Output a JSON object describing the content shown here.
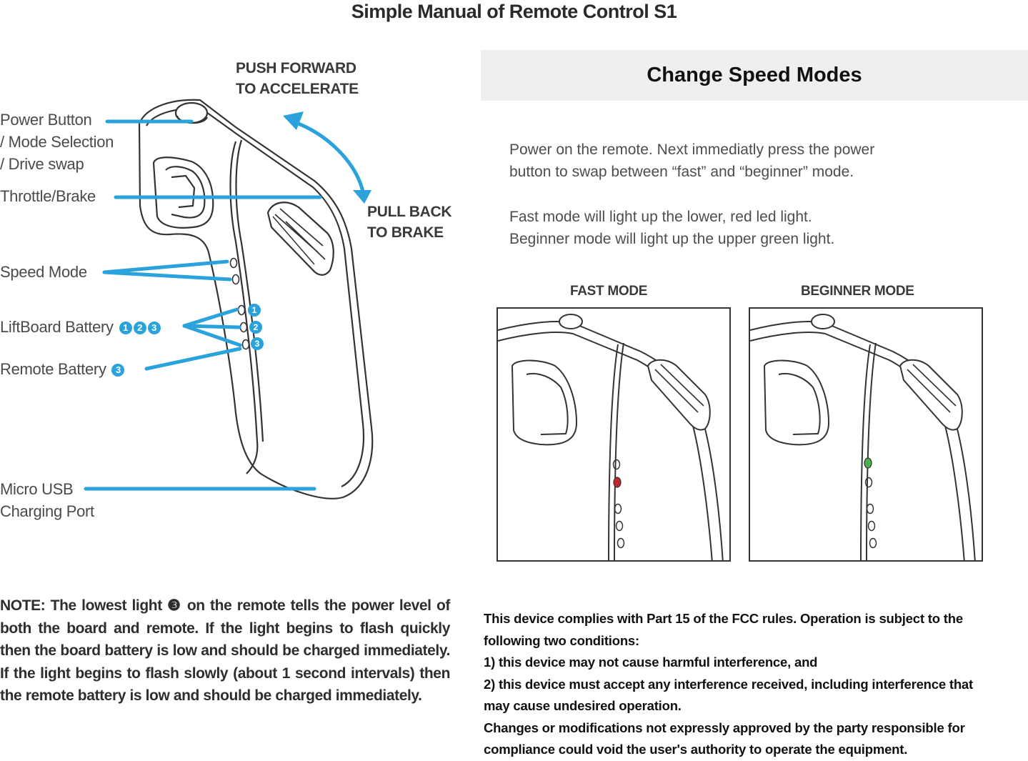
{
  "title": "Simple Manual of Remote Control S1",
  "diagram": {
    "push_forward": [
      "PUSH FORWARD",
      "TO ACCELERATE"
    ],
    "pull_back": [
      "PULL BACK",
      "TO BRAKE"
    ],
    "callouts": {
      "power_button": [
        "Power Button",
        "/ Mode Selection",
        "/ Drive swap"
      ],
      "throttle": "Throttle/Brake",
      "speed_mode": "Speed Mode",
      "liftboard_battery": "LiftBoard Battery",
      "remote_battery": "Remote Battery",
      "micro_usb": [
        "Micro USB",
        "Charging Port"
      ]
    },
    "led_numbers": [
      "1",
      "2",
      "3"
    ],
    "accent_color": "#2aa2dc"
  },
  "note": "NOTE: The lowest light ❸ on the remote tells the power level of both the board and remote. If the light begins to flash quickly then the board battery is low and should be charged immediately. If the light begins to flash slowly (about 1 second intervals) then the remote battery is low and should be charged immediately.",
  "speed_modes": {
    "header": "Change Speed Modes",
    "instructions": [
      [
        "Power on the remote. Next immediatly press the power",
        "button to swap between “fast” and “beginner” mode."
      ],
      [
        "Fast mode will light up the lower, red led light.",
        "Beginner mode will light up the upper green light."
      ]
    ],
    "fast_label": "FAST MODE",
    "beginner_label": "BEGINNER MODE",
    "fast_led_color": "#c0282d",
    "beginner_led_color": "#4caf50"
  },
  "fcc": [
    "This device complies with Part 15 of the FCC rules. Operation is subject to the",
    "following two conditions:",
    "1) this device may not cause harmful interference, and",
    "2) this device must accept any interference received, including interference that",
    "may cause undesired operation.",
    "Changes or modifications not expressly approved by the party responsible for",
    "compliance could void the user's authority to operate the equipment."
  ]
}
